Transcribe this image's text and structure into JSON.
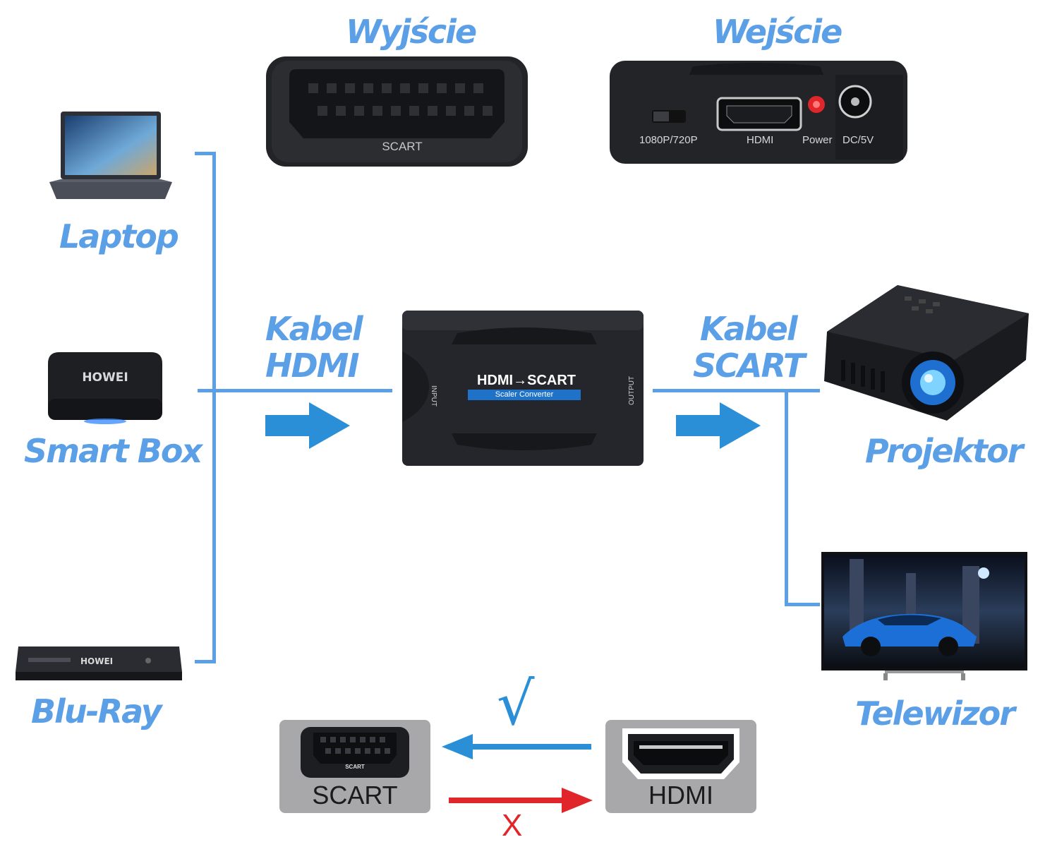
{
  "headers": {
    "output": "Wyjście",
    "input": "Wejście"
  },
  "scart_port": {
    "label": "SCART"
  },
  "converter_panel": {
    "switch_label": "1080P/720P",
    "hdmi_label": "HDMI",
    "power_label": "Power",
    "dc_label": "DC/5V"
  },
  "sources": {
    "laptop": "Laptop",
    "smart_box": "Smart Box",
    "blu_ray": "Blu-Ray",
    "device_brand": "HOWEI"
  },
  "cables": {
    "hdmi_line1": "Kabel",
    "hdmi_line2": "HDMI",
    "scart_line1": "Kabel",
    "scart_line2": "SCART"
  },
  "converter_box": {
    "title": "HDMI→SCART",
    "subtitle": "Scaler Converter",
    "input_label": "INPUT",
    "output_label": "OUTPUT"
  },
  "targets": {
    "projector": "Projektor",
    "tv": "Telewizor"
  },
  "direction_legend": {
    "scart_small": "SCART",
    "scart": "SCART",
    "hdmi": "HDMI",
    "ok_mark": "√",
    "bad_mark": "X"
  },
  "colors": {
    "accent_blue": "#5b9fe6",
    "arrow_blue": "#2a8fd6",
    "device_black": "#1d1f24",
    "red": "#e0262b"
  }
}
